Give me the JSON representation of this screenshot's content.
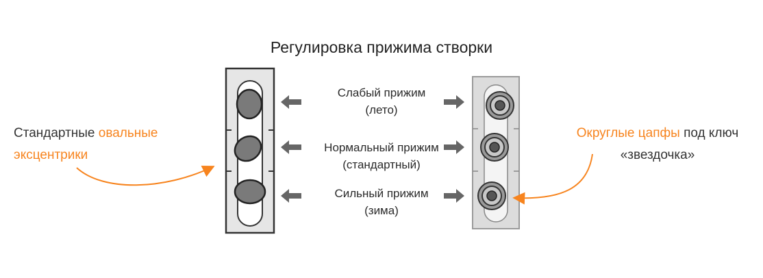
{
  "title": "Регулировка прижима створки",
  "modes": [
    {
      "line1": "Слабый прижим",
      "line2": "(лето)"
    },
    {
      "line1": "Нормальный прижим",
      "line2": "(стандартный)"
    },
    {
      "line1": "Сильный прижим",
      "line2": "(зима)"
    }
  ],
  "left_note": {
    "plain": "Стандартные ",
    "accent1": "овальные",
    "accent2": "эксцентрики"
  },
  "right_note": {
    "accent": "Округлые цапфы",
    "plain1": " под ключ",
    "plain2": "«звездочка»"
  },
  "colors": {
    "accent": "#f7841e",
    "arrow": "#666666",
    "strip_left": "#e6e6e6",
    "strip_right": "#d9d9d9",
    "cam": "#7a7a7a"
  }
}
